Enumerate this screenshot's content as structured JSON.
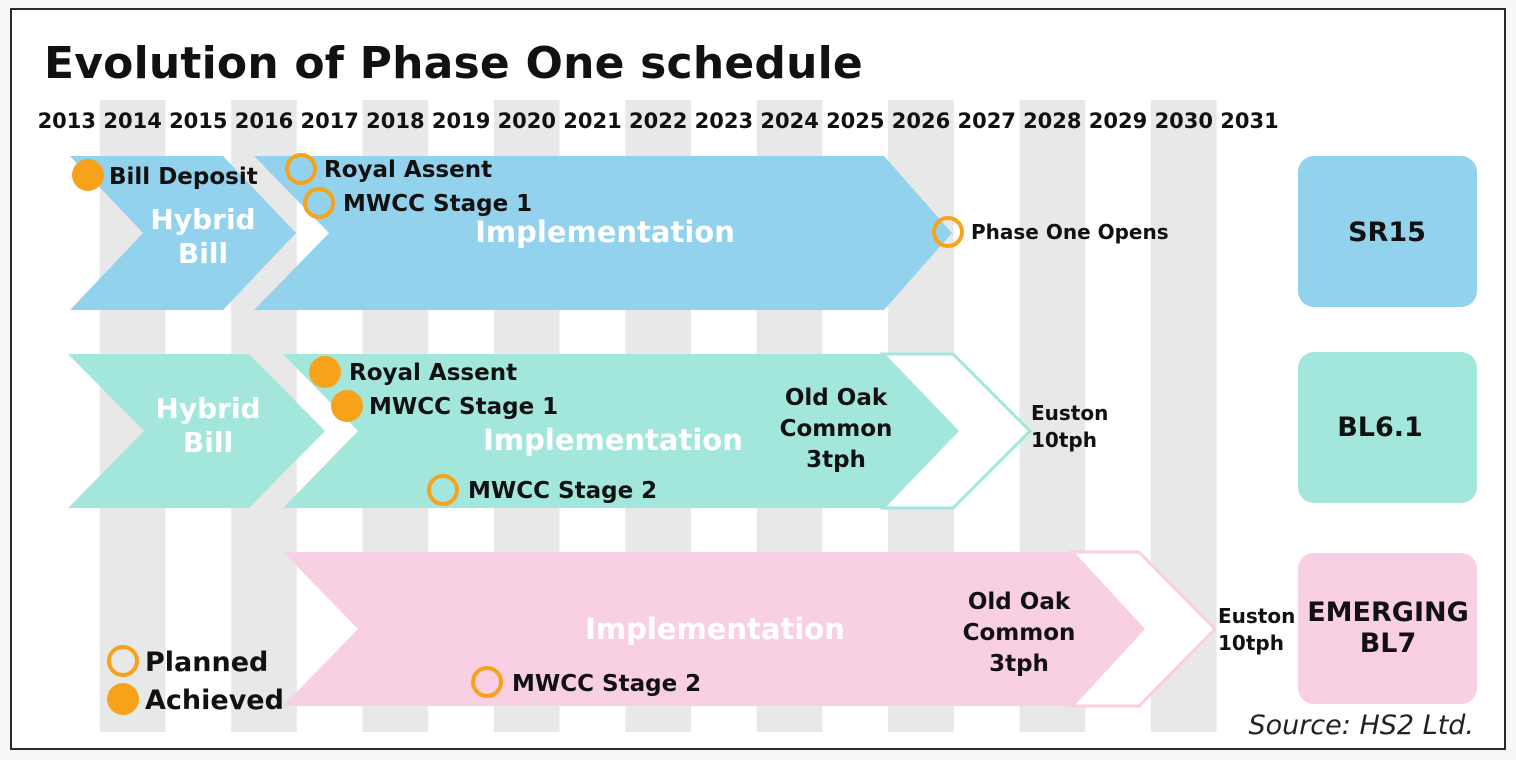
{
  "title": "Evolution of Phase One schedule",
  "years": [
    "2013",
    "2014",
    "2015",
    "2016",
    "2017",
    "2018",
    "2019",
    "2020",
    "2021",
    "2022",
    "2023",
    "2024",
    "2025",
    "2026",
    "2027",
    "2028",
    "2029",
    "2030",
    "2031"
  ],
  "rows": {
    "sr15": {
      "badge": "SR15",
      "hybrid_line1": "Hybrid",
      "hybrid_line2": "Bill",
      "implementation": "Implementation",
      "bill_deposit": "Bill Deposit",
      "royal_assent": "Royal Assent",
      "mwcc_stage1": "MWCC Stage 1",
      "phase_one_opens": "Phase One Opens"
    },
    "bl61": {
      "badge": "BL6.1",
      "hybrid_line1": "Hybrid",
      "hybrid_line2": "Bill",
      "implementation": "Implementation",
      "royal_assent": "Royal Assent",
      "mwcc_stage1": "MWCC Stage 1",
      "mwcc_stage2": "MWCC Stage 2",
      "ooc_line1": "Old Oak",
      "ooc_line2": "Common",
      "ooc_line3": "3tph",
      "euston_line1": "Euston",
      "euston_line2": "10tph"
    },
    "bl7": {
      "badge_line1": "EMERGING",
      "badge_line2": "BL7",
      "implementation": "Implementation",
      "mwcc_stage2": "MWCC Stage 2",
      "ooc_line1": "Old Oak",
      "ooc_line2": "Common",
      "ooc_line3": "3tph",
      "euston_line1": "Euston",
      "euston_line2": "10tph"
    }
  },
  "legend": {
    "planned": "Planned",
    "achieved": "Achieved"
  },
  "source": "Source: HS2 Ltd.",
  "colors": {
    "sr15": "#92d2ec",
    "bl61": "#a3e6dc",
    "bl7": "#f9cfe3",
    "milestone": "#f7a21b",
    "stripe": "#e8e8e8",
    "label_light": "#ffffff",
    "label_dark": "#111111"
  }
}
